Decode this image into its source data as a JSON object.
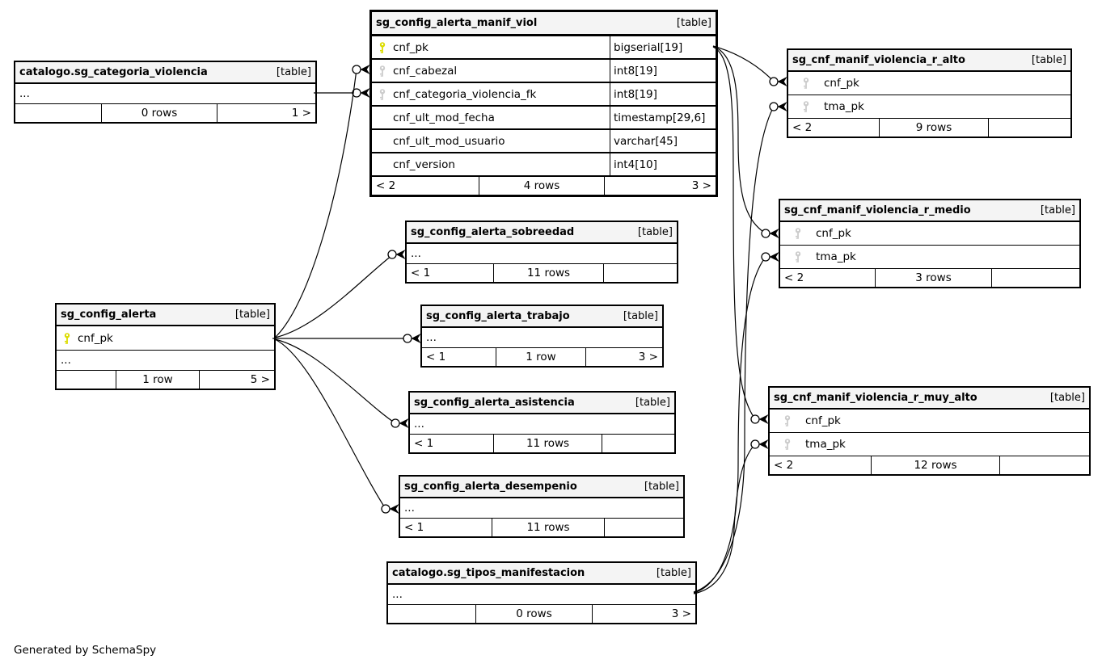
{
  "page": {
    "credit": "Generated by SchemaSpy"
  },
  "colors": {
    "primary_key": "#dcdc00",
    "foreign_key": "#cccccc",
    "header_bg": "#f4f4f4",
    "line": "#000000"
  },
  "ellipsis": "...",
  "tables": {
    "categoria_violencia": {
      "name": "catalogo.sg_categoria_violencia",
      "tag": "[table]",
      "footer": {
        "left": "",
        "center": "0 rows",
        "right": "1 >"
      }
    },
    "manif_viol": {
      "name": "sg_config_alerta_manif_viol",
      "tag": "[table]",
      "columns": [
        {
          "name": "cnf_pk",
          "type": "bigserial[19]",
          "key": "primary"
        },
        {
          "name": "cnf_cabezal",
          "type": "int8[19]",
          "key": "foreign"
        },
        {
          "name": "cnf_categoria_violencia_fk",
          "type": "int8[19]",
          "key": "foreign"
        },
        {
          "name": "cnf_ult_mod_fecha",
          "type": "timestamp[29,6]",
          "key": "none"
        },
        {
          "name": "cnf_ult_mod_usuario",
          "type": "varchar[45]",
          "key": "none"
        },
        {
          "name": "cnf_version",
          "type": "int4[10]",
          "key": "none"
        }
      ],
      "footer": {
        "left": "< 2",
        "center": "4 rows",
        "right": "3 >"
      }
    },
    "r_alto": {
      "name": "sg_cnf_manif_violencia_r_alto",
      "tag": "[table]",
      "columns": [
        {
          "name": "cnf_pk",
          "key": "foreign"
        },
        {
          "name": "tma_pk",
          "key": "foreign"
        }
      ],
      "footer": {
        "left": "< 2",
        "center": "9 rows",
        "right": ""
      }
    },
    "r_medio": {
      "name": "sg_cnf_manif_violencia_r_medio",
      "tag": "[table]",
      "columns": [
        {
          "name": "cnf_pk",
          "key": "foreign"
        },
        {
          "name": "tma_pk",
          "key": "foreign"
        }
      ],
      "footer": {
        "left": "< 2",
        "center": "3 rows",
        "right": ""
      }
    },
    "r_muy_alto": {
      "name": "sg_cnf_manif_violencia_r_muy_alto",
      "tag": "[table]",
      "columns": [
        {
          "name": "cnf_pk",
          "key": "foreign"
        },
        {
          "name": "tma_pk",
          "key": "foreign"
        }
      ],
      "footer": {
        "left": "< 2",
        "center": "12 rows",
        "right": ""
      }
    },
    "config_alerta": {
      "name": "sg_config_alerta",
      "tag": "[table]",
      "columns": [
        {
          "name": "cnf_pk",
          "key": "primary"
        }
      ],
      "footer": {
        "left": "",
        "center": "1 row",
        "right": "5 >"
      }
    },
    "sobreedad": {
      "name": "sg_config_alerta_sobreedad",
      "tag": "[table]",
      "footer": {
        "left": "< 1",
        "center": "11 rows",
        "right": ""
      }
    },
    "trabajo": {
      "name": "sg_config_alerta_trabajo",
      "tag": "[table]",
      "footer": {
        "left": "< 1",
        "center": "1 row",
        "right": "3 >"
      }
    },
    "asistencia": {
      "name": "sg_config_alerta_asistencia",
      "tag": "[table]",
      "footer": {
        "left": "< 1",
        "center": "11 rows",
        "right": ""
      }
    },
    "desempenio": {
      "name": "sg_config_alerta_desempenio",
      "tag": "[table]",
      "footer": {
        "left": "< 1",
        "center": "11 rows",
        "right": ""
      }
    },
    "tipos_manifestacion": {
      "name": "catalogo.sg_tipos_manifestacion",
      "tag": "[table]",
      "footer": {
        "left": "",
        "center": "0 rows",
        "right": "3 >"
      }
    }
  },
  "relationships": [
    {
      "from": "catalogo.sg_categoria_violencia",
      "to": "sg_config_alerta_manif_viol.cnf_categoria_violencia_fk"
    },
    {
      "from": "sg_config_alerta.cnf_pk",
      "to": "sg_config_alerta_manif_viol.cnf_cabezal"
    },
    {
      "from": "sg_config_alerta.cnf_pk",
      "to": "sg_config_alerta_sobreedad"
    },
    {
      "from": "sg_config_alerta.cnf_pk",
      "to": "sg_config_alerta_trabajo"
    },
    {
      "from": "sg_config_alerta.cnf_pk",
      "to": "sg_config_alerta_asistencia"
    },
    {
      "from": "sg_config_alerta.cnf_pk",
      "to": "sg_config_alerta_desempenio"
    },
    {
      "from": "sg_config_alerta_manif_viol.cnf_pk",
      "to": "sg_cnf_manif_violencia_r_alto.cnf_pk"
    },
    {
      "from": "sg_config_alerta_manif_viol.cnf_pk",
      "to": "sg_cnf_manif_violencia_r_medio.cnf_pk"
    },
    {
      "from": "sg_config_alerta_manif_viol.cnf_pk",
      "to": "sg_cnf_manif_violencia_r_muy_alto.cnf_pk"
    },
    {
      "from": "catalogo.sg_tipos_manifestacion",
      "to": "sg_cnf_manif_violencia_r_alto.tma_pk"
    },
    {
      "from": "catalogo.sg_tipos_manifestacion",
      "to": "sg_cnf_manif_violencia_r_medio.tma_pk"
    },
    {
      "from": "catalogo.sg_tipos_manifestacion",
      "to": "sg_cnf_manif_violencia_r_muy_alto.tma_pk"
    }
  ]
}
